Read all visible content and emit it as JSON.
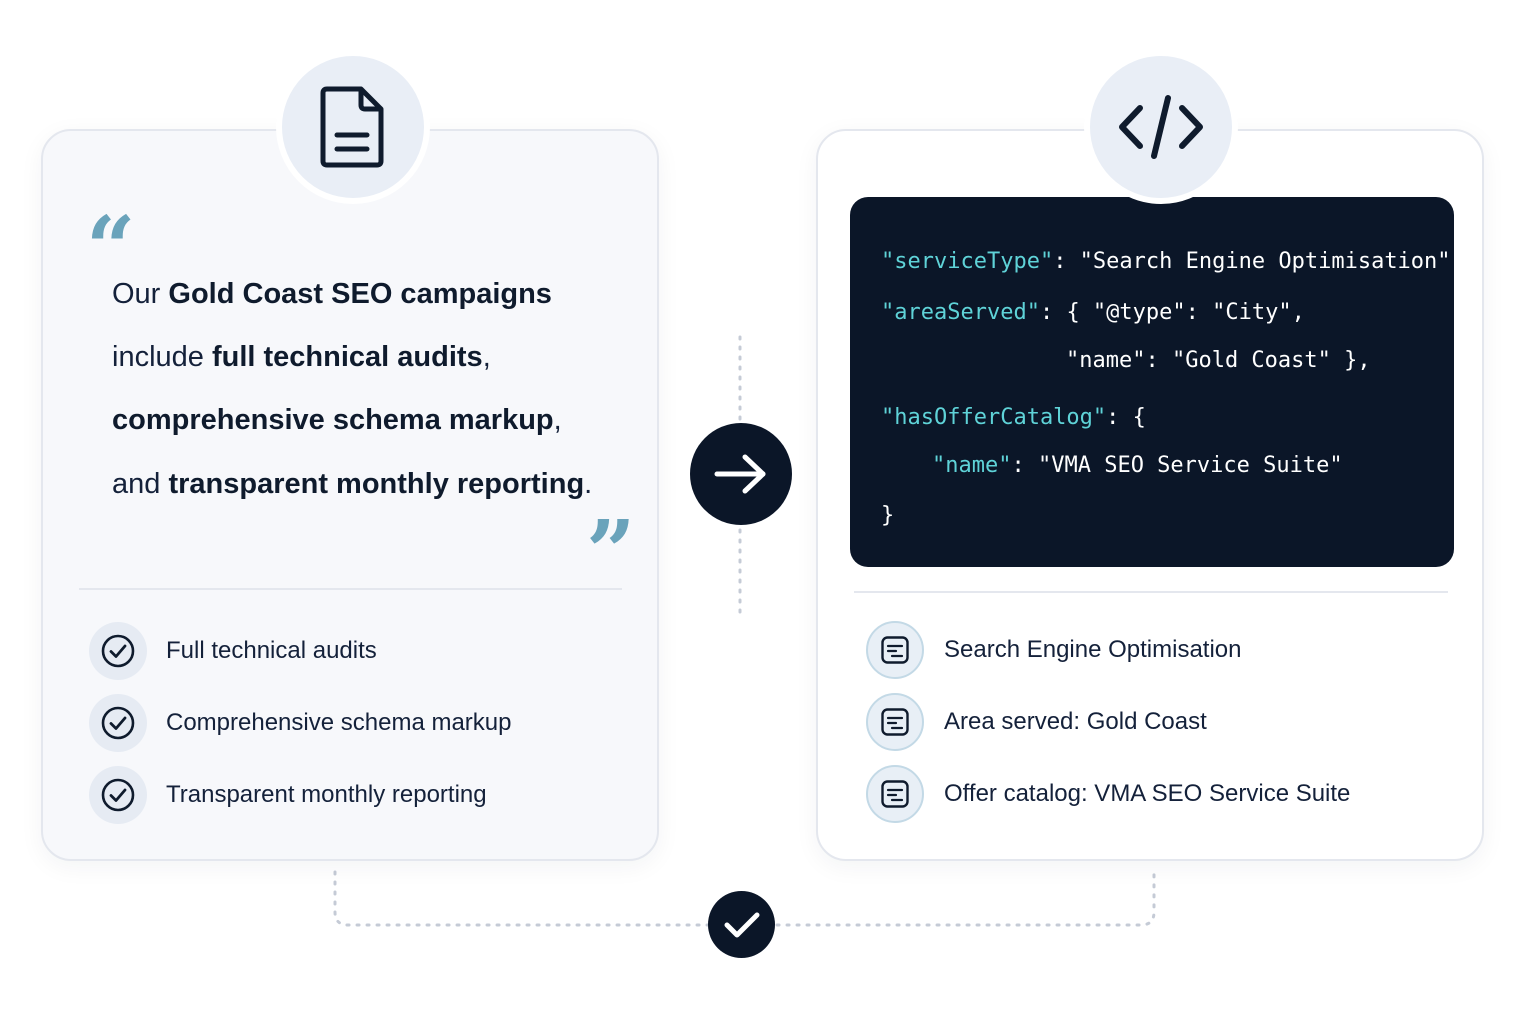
{
  "quote": {
    "open_mark": "“",
    "close_mark": "”",
    "line1_pre": "Our ",
    "line1_bold": "Gold Coast SEO campaigns",
    "line2_pre": "include ",
    "line2_bold": "full technical audits",
    "line2_post": ",",
    "line3_bold": "comprehensive schema markup",
    "line3_post": ",",
    "line4_pre": "and ",
    "line4_bold": "transparent monthly reporting",
    "line4_post": "."
  },
  "checklist": [
    {
      "label": "Full technical audits",
      "icon": "check-circle-icon"
    },
    {
      "label": "Comprehensive schema markup",
      "icon": "check-circle-icon"
    },
    {
      "label": "Transparent monthly reporting",
      "icon": "check-circle-icon"
    }
  ],
  "code": {
    "line1_key": "\"serviceType\"",
    "line1_rest": ": \"Search Engine Optimisation\",",
    "line2_key": "\"areaServed\"",
    "line2_rest": ": { \"@type\": \"City\",",
    "line3": "\"name\": \"Gold Coast\" },",
    "line4_key": "\"hasOfferCatalog\"",
    "line4_rest": ": {",
    "line5_key": "\"name\"",
    "line5_rest": ": \"VMA SEO Service Suite\"",
    "line6": "}"
  },
  "schema_list": [
    {
      "label": "Search Engine Optimisation",
      "icon": "structured-data-icon"
    },
    {
      "label": "Area served: Gold Coast",
      "icon": "structured-data-icon"
    },
    {
      "label": "Offer catalog: VMA SEO Service Suite",
      "icon": "structured-data-icon"
    }
  ],
  "icons": {
    "document": "document-icon",
    "code": "code-brackets-icon",
    "arrow": "arrow-right-icon",
    "check": "checkmark-icon"
  },
  "colors": {
    "navy": "#0b1628",
    "code_key": "#5fd3d8",
    "quote_accent": "#6aa3bb",
    "badge_bg": "#e9eef6"
  }
}
